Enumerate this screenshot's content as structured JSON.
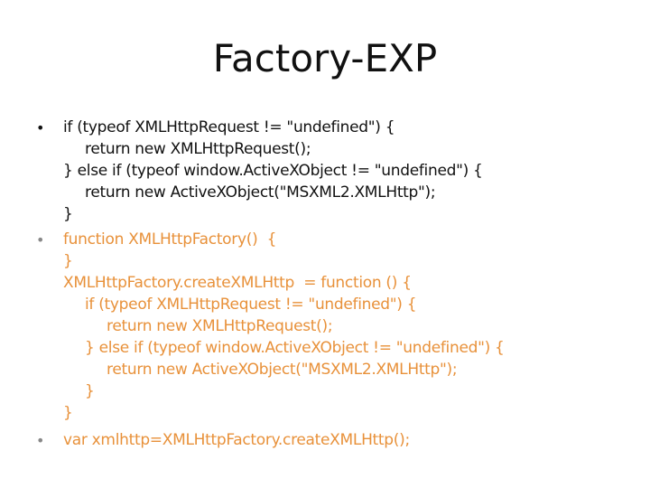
{
  "title": "Factory-EXP",
  "bullets": [
    {
      "color": "#111111",
      "lines": [
        "if (typeof XMLHttpRequest != \"undefined\") {",
        "return new XMLHttpRequest();",
        "} else if (typeof window.ActiveXObject != \"undefined\") {",
        "return new ActiveXObject(\"MSXML2.XMLHttp\");",
        "}"
      ]
    },
    {
      "color": "#e8913a",
      "lines": [
        "function XMLHttpFactory()  {",
        "}",
        "XMLHttpFactory.createXMLHttp  = function () {",
        "if (typeof XMLHttpRequest != \"undefined\") {",
        "return new XMLHttpRequest();",
        "} else if (typeof window.ActiveXObject != \"undefined\") {",
        "return new ActiveXObject(\"MSXML2.XMLHttp\");",
        "}",
        "}"
      ]
    },
    {
      "color": "#e8913a",
      "lines": [
        "var xmlhttp=XMLHttpFactory.createXMLHttp();"
      ]
    }
  ],
  "bullet_char": "•"
}
